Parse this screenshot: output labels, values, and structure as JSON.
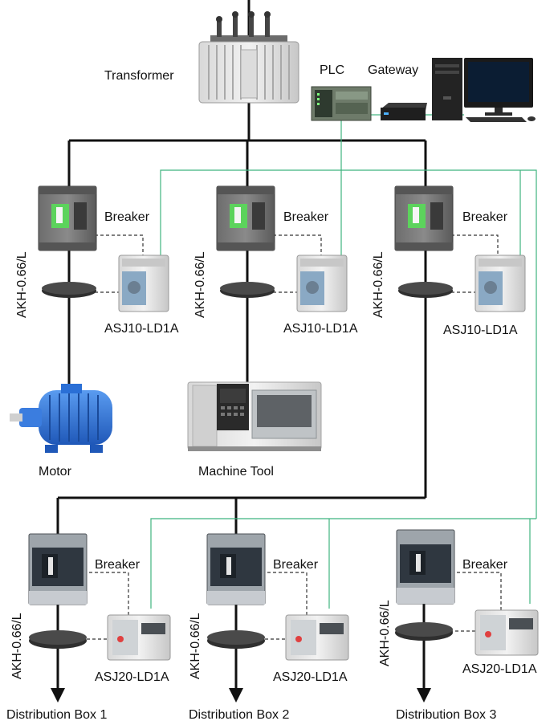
{
  "top": {
    "transformer_label": "Transformer",
    "plc_label": "PLC",
    "gateway_label": "Gateway"
  },
  "feeders": [
    {
      "breaker_label": "Breaker",
      "ct_label": "AKH-0.66/L",
      "meter_label": "ASJ10-LD1A",
      "load_label": "Motor"
    },
    {
      "breaker_label": "Breaker",
      "ct_label": "AKH-0.66/L",
      "meter_label": "ASJ10-LD1A",
      "load_label": "Machine Tool"
    },
    {
      "breaker_label": "Breaker",
      "ct_label": "AKH-0.66/L",
      "meter_label": "ASJ10-LD1A"
    }
  ],
  "boxes": [
    {
      "breaker_label": "Breaker",
      "ct_label": "AKH-0.66/L",
      "meter_label": "ASJ20-LD1A",
      "box_label": "Distribution Box 1"
    },
    {
      "breaker_label": "Breaker",
      "ct_label": "AKH-0.66/L",
      "meter_label": "ASJ20-LD1A",
      "box_label": "Distribution Box 2"
    },
    {
      "breaker_label": "Breaker",
      "ct_label": "AKH-0.66/L",
      "meter_label": "ASJ20-LD1A",
      "box_label": "Distribution Box 3"
    }
  ],
  "colors": {
    "power_line": "#111111",
    "comm_line": "#3fb37f",
    "breaker_green": "#5cd35c",
    "motor_blue": "#2a6fd6"
  }
}
